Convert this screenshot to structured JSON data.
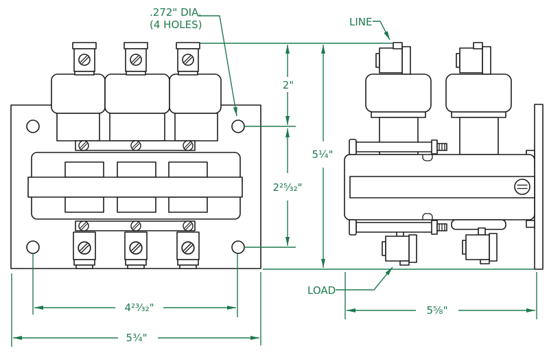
{
  "drawing": {
    "annotations": {
      "hole_note_line1": ".272\" DIA.",
      "hole_note_line2": "(4 HOLES)",
      "line_terminal": "LINE",
      "load_terminal": "LOAD"
    },
    "dimensions": {
      "top_to_hole": "2\"",
      "hole_to_hole_vertical": "2²⁵⁄₃₂\"",
      "overall_height": "5¼\"",
      "hole_to_hole_horizontal": "4²³⁄₃₂\"",
      "overall_width": "5¾\"",
      "side_depth": "5⅝\""
    },
    "colors": {
      "dimension_green": "#1e7a4d",
      "line_black": "#1c1c1c",
      "background": "#ffffff"
    }
  }
}
